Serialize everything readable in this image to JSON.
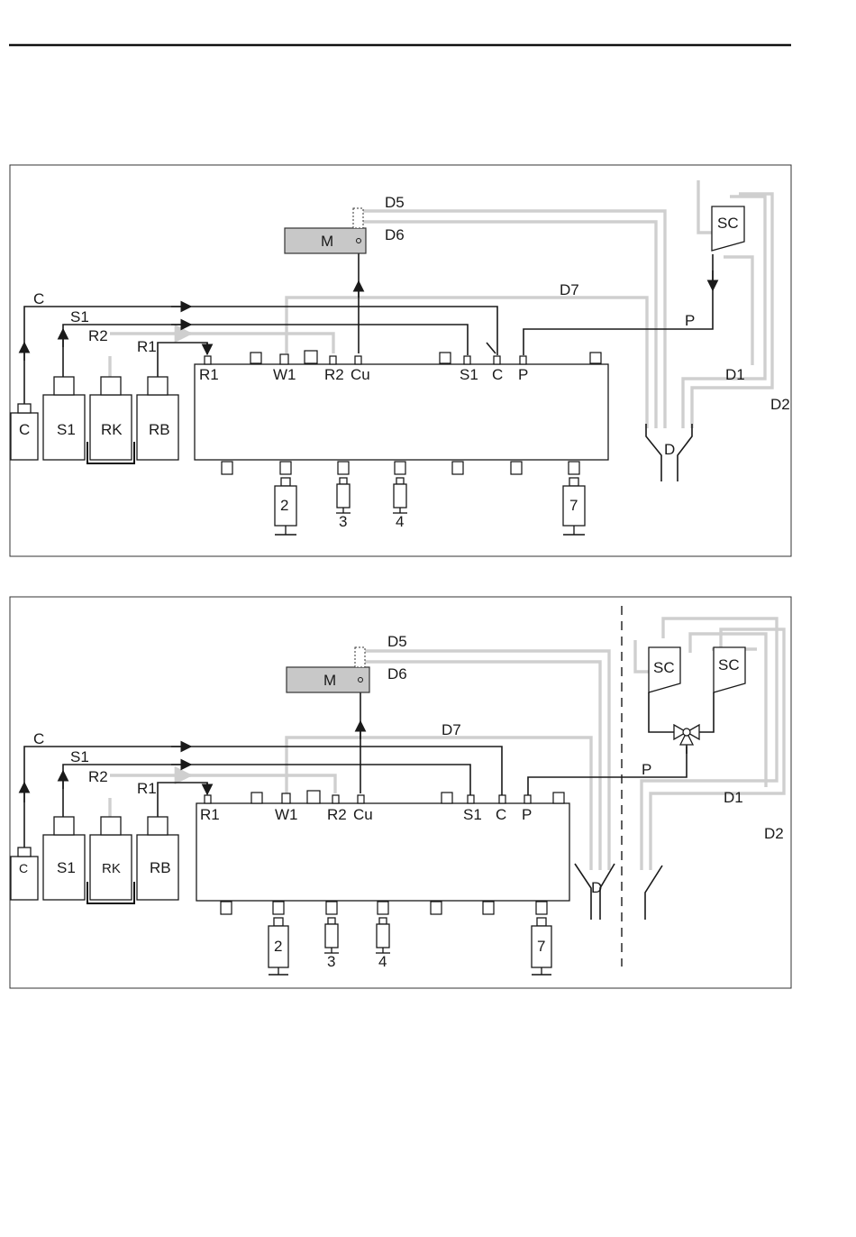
{
  "diagram1": {
    "module_label": "M",
    "drain_labels": [
      "D5",
      "D6",
      "D7",
      "D1",
      "D2"
    ],
    "drain_vessel_label": "D",
    "sc_label": "SC",
    "line_labels": [
      "C",
      "S1",
      "R2",
      "R1",
      "P"
    ],
    "port_labels": [
      "R1",
      "W1",
      "R2",
      "Cu",
      "S1",
      "C",
      "P"
    ],
    "bottles": [
      "C",
      "S1",
      "RK",
      "RB"
    ],
    "cylinders": [
      "2",
      "3",
      "4",
      "7"
    ]
  },
  "diagram2": {
    "module_label": "M",
    "drain_labels": [
      "D5",
      "D6",
      "D7",
      "D1",
      "D2"
    ],
    "drain_vessel_label": "D",
    "sc_labels": [
      "SC",
      "SC"
    ],
    "line_labels": [
      "C",
      "S1",
      "R2",
      "R1",
      "P"
    ],
    "port_labels": [
      "R1",
      "W1",
      "R2",
      "Cu",
      "S1",
      "C",
      "P"
    ],
    "bottles": [
      "C",
      "S1",
      "RK",
      "RB"
    ],
    "cylinders": [
      "2",
      "3",
      "4",
      "7"
    ]
  }
}
